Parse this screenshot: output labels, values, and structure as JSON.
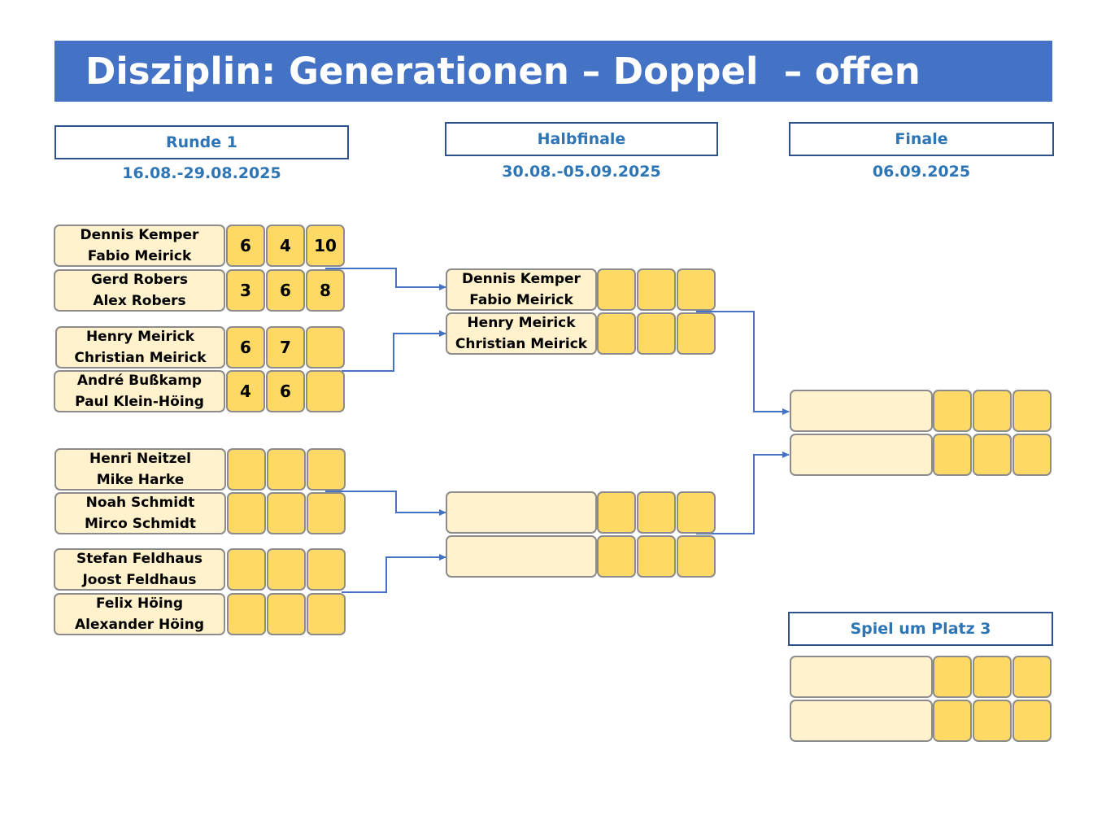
{
  "title": "Disziplin: Generationen – Doppel  – offen",
  "colors": {
    "title_bar": "#4472c4",
    "heading_text": "#2e75b6",
    "name_fill": "#fff2cc",
    "score_fill": "#ffd966",
    "connector": "#4472c4"
  },
  "rounds": [
    {
      "label": "Runde 1",
      "dates": "16.08.-29.08.2025"
    },
    {
      "label": "Halbfinale",
      "dates": "30.08.-05.09.2025"
    },
    {
      "label": "Finale",
      "dates": "06.09.2025"
    }
  ],
  "third_place": {
    "label": "Spiel um Platz 3"
  },
  "round1": [
    {
      "team1": [
        "Dennis Kemper",
        "Fabio Meirick"
      ],
      "scores1": [
        "6",
        "4",
        "10"
      ],
      "team2": [
        "Gerd Robers",
        "Alex Robers"
      ],
      "scores2": [
        "3",
        "6",
        "8"
      ]
    },
    {
      "team1": [
        "Henry Meirick",
        "Christian Meirick"
      ],
      "scores1": [
        "6",
        "7",
        ""
      ],
      "team2": [
        "André Bußkamp",
        "Paul Klein-Höing"
      ],
      "scores2": [
        "4",
        "6",
        ""
      ]
    },
    {
      "team1": [
        "Henri Neitzel",
        "Mike Harke"
      ],
      "scores1": [
        "",
        "",
        ""
      ],
      "team2": [
        "Noah Schmidt",
        "Mirco Schmidt"
      ],
      "scores2": [
        "",
        "",
        ""
      ]
    },
    {
      "team1": [
        "Stefan Feldhaus",
        "Joost Feldhaus"
      ],
      "scores1": [
        "",
        "",
        ""
      ],
      "team2": [
        "Felix Höing",
        "Alexander Höing"
      ],
      "scores2": [
        "",
        "",
        ""
      ]
    }
  ],
  "semifinal": [
    {
      "team1": [
        "Dennis Kemper",
        "Fabio Meirick"
      ],
      "scores1": [
        "",
        "",
        ""
      ],
      "team2": [
        "Henry Meirick",
        "Christian Meirick"
      ],
      "scores2": [
        "",
        "",
        ""
      ]
    },
    {
      "team1": [
        "",
        ""
      ],
      "scores1": [
        "",
        "",
        ""
      ],
      "team2": [
        "",
        ""
      ],
      "scores2": [
        "",
        "",
        ""
      ]
    }
  ],
  "final": [
    {
      "team1": [
        "",
        ""
      ],
      "scores1": [
        "",
        "",
        ""
      ],
      "team2": [
        "",
        ""
      ],
      "scores2": [
        "",
        "",
        ""
      ]
    }
  ],
  "third_place_match": [
    {
      "team1": [
        "",
        ""
      ],
      "scores1": [
        "",
        "",
        ""
      ],
      "team2": [
        "",
        ""
      ],
      "scores2": [
        "",
        "",
        ""
      ]
    }
  ]
}
